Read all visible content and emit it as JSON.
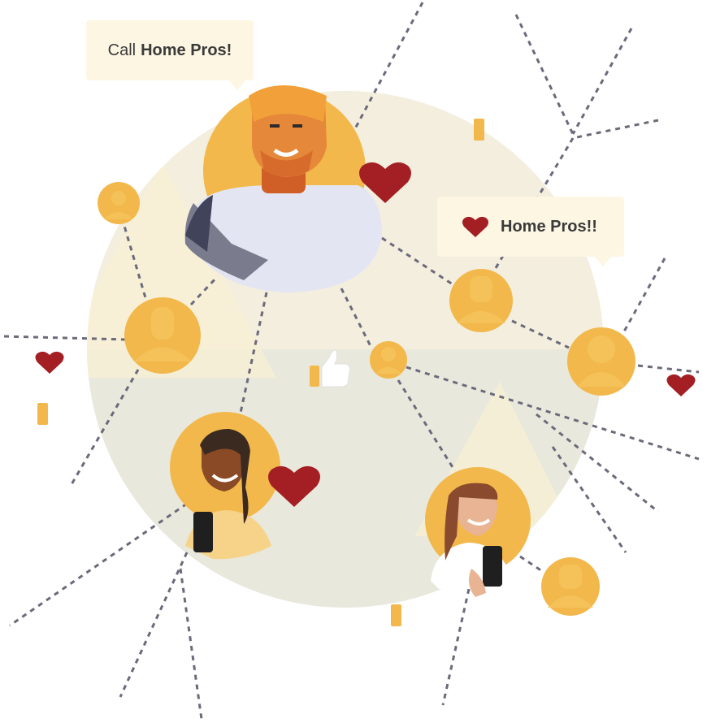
{
  "bubbles": {
    "call": {
      "prefix": "Call",
      "strong": "Home Pros!"
    },
    "home": {
      "strong": "Home Pros!!"
    }
  },
  "colors": {
    "circle": "#e8e6d8",
    "avatar_ring": "#f2b84b",
    "avatar_silhouette": "#f5c25a",
    "heart": "#a31f24",
    "bubble_bg": "#fdf6e3",
    "network_line": "#6b6a7a",
    "tag": "#f2b84b"
  },
  "icons": [
    "heart-icon",
    "thumbs-up-icon",
    "user-silhouette-icon",
    "phone-icon"
  ]
}
